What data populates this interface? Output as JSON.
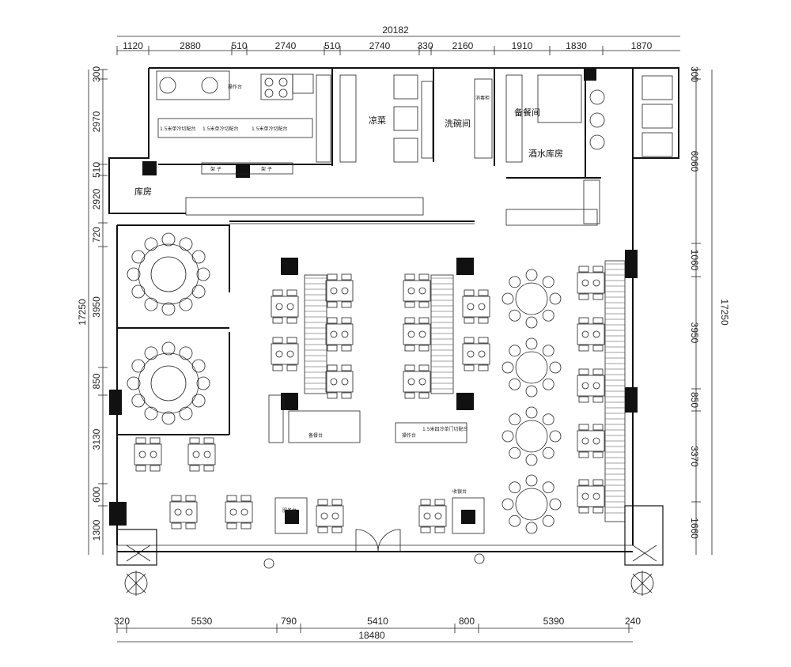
{
  "dimensions": {
    "top_total": "20182",
    "top_segments": [
      "1120",
      "2880",
      "510",
      "2740",
      "510",
      "2740",
      "330",
      "2160",
      "1910",
      "1830",
      "1870"
    ],
    "bottom_total": "18480",
    "bottom_segments": [
      "320",
      "5530",
      "790",
      "5410",
      "800",
      "5390",
      "240"
    ],
    "left_total": "17250",
    "left_segments": [
      "300",
      "2970",
      "510",
      "2920",
      "720",
      "3950",
      "850",
      "3130",
      "600",
      "1300"
    ],
    "right_total": "17250",
    "right_segments": [
      "300",
      "6060",
      "1060",
      "3950",
      "850",
      "3370",
      "1660"
    ]
  },
  "rooms": {
    "storage": "库房",
    "cold_dish": "凉菜",
    "dishwashing": "洗碗间",
    "prep": "备餐间",
    "beverage_store": "酒水库房"
  },
  "labels": {
    "stove_1": "1.5米单冷切配台",
    "stove_2": "1.5米单冷切配台",
    "stove_3": "1.5米单冷切配台",
    "shelf_a": "架 子",
    "shelf_b": "架 子",
    "table_op": "操作台",
    "sterilize": "消毒柜",
    "counter_1": "备餐台",
    "counter_2": "操作台",
    "counter_3": "1.5米四冷单门切配台",
    "reception": "服务台",
    "waiter": "收银台"
  },
  "colors": {
    "line": "#111111",
    "hatch": "#444444",
    "paper": "#ffffff"
  }
}
